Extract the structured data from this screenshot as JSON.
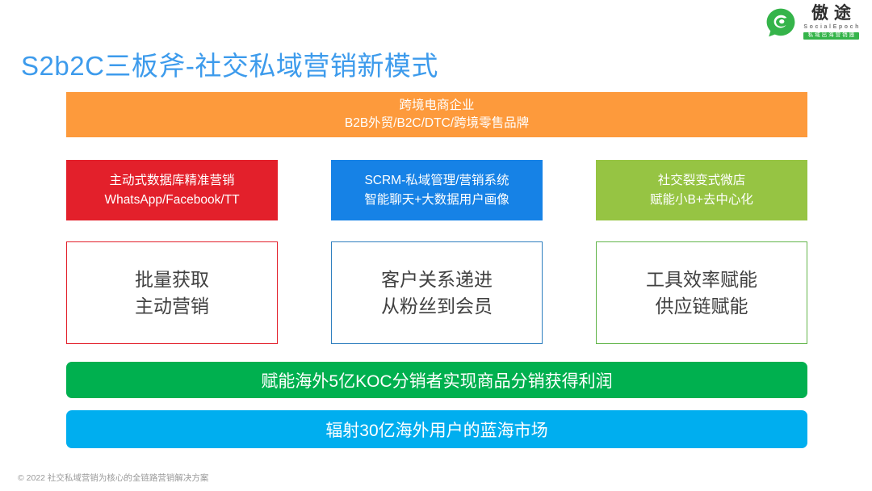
{
  "logo": {
    "icon": "speech-bubble-e-icon",
    "brand_cn": "傲途",
    "brand_en": "SocialEpoch",
    "slogan": "私域出海营销器"
  },
  "title": "S2b2C三板斧-社交私域营销新模式",
  "banner": {
    "line1": "跨境电商企业",
    "line2": "B2B外贸/B2C/DTC/跨境零售品牌",
    "color": "#fd9a3c"
  },
  "cards": [
    {
      "line1": "主动式数据库精准营销",
      "line2": "WhatsApp/Facebook/TT",
      "color": "#e3202b"
    },
    {
      "line1": "SCRM-私域管理/营销系统",
      "line2": "智能聊天+大数据用户画像",
      "color": "#1682e6"
    },
    {
      "line1": "社交裂变式微店",
      "line2": "赋能小B+去中心化",
      "color": "#96c443"
    }
  ],
  "boxes": [
    {
      "line1": "批量获取",
      "line2": "主动营销",
      "border": "#e3202b"
    },
    {
      "line1": "客户关系递进",
      "line2": "从粉丝到会员",
      "border": "#2f7fbf"
    },
    {
      "line1": "工具效率赋能",
      "line2": "供应链赋能",
      "border": "#62b54a"
    }
  ],
  "bars": [
    {
      "text": "赋能海外5亿KOC分销者实现商品分销获得利润",
      "color": "#00b04f"
    },
    {
      "text": "辐射30亿海外用户的蓝海市场",
      "color": "#00aeef"
    }
  ],
  "footer": "© 2022 社交私域营销为核心的全链路营销解决方案"
}
